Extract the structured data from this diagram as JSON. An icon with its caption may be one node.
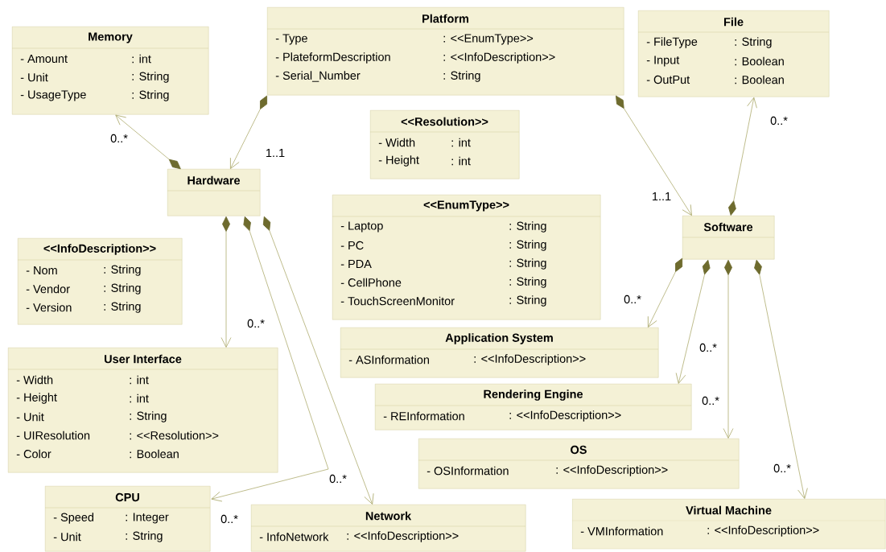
{
  "diagram": {
    "nodes": [
      {
        "text": [
          "Memory",
          "- Amount",
          ": int",
          "- Unit",
          ": String",
          "- UsageType",
          ": String"
        ]
      },
      {
        "text": [
          "Platform",
          "- Type",
          ": <<EnumType>>",
          "- PlateformDescription",
          ": <<InfoDescription>>",
          "- Serial_Number",
          ": String"
        ]
      },
      {
        "text": [
          "File",
          "- FileType",
          ": String",
          "- Input",
          ": Boolean",
          "- OutPut",
          ": Boolean"
        ]
      },
      {
        "text": [
          "Hardware"
        ]
      },
      {
        "text": [
          "<<Resolution>>",
          "- Width",
          ": int",
          "- Height",
          ": int"
        ]
      },
      {
        "text": [
          "Software"
        ]
      },
      {
        "text": [
          "<<InfoDescription>>",
          "- Nom",
          ": String",
          "- Vendor",
          ": String",
          "- Version",
          ": String"
        ]
      },
      {
        "text": [
          "<<EnumType>>",
          "- Laptop",
          ": String",
          "- PC",
          ": String",
          "- PDA",
          ": String",
          "- CellPhone",
          ": String",
          "- TouchScreenMonitor",
          ": String"
        ]
      },
      {
        "text": [
          "Application System",
          "- ASInformation",
          ": <<InfoDescription>>"
        ]
      },
      {
        "text": [
          "User Interface",
          "- Width",
          ": int",
          "- Height",
          ": int",
          "- Unit",
          ": String",
          "- UIResolution",
          ": <<Resolution>>",
          "- Color",
          ": Boolean"
        ]
      },
      {
        "text": [
          "Rendering Engine",
          "- REInformation",
          ": <<InfoDescription>>"
        ]
      },
      {
        "text": [
          "OS",
          "- OSInformation",
          ": <<InfoDescription>>"
        ]
      },
      {
        "text": [
          "CPU",
          "- Speed",
          ": Integer",
          "- Unit",
          ": String"
        ]
      },
      {
        "text": [
          "Network",
          "- InfoNetwork",
          ": <<InfoDescription>>"
        ]
      },
      {
        "text": [
          "Virtual Machine",
          "- VMInformation",
          ": <<InfoDescription>>"
        ]
      }
    ],
    "edges": [
      {
        "from": 3,
        "to": 0,
        "arrow": "to",
        "label": "0..*"
      },
      {
        "from": 1,
        "to": 3,
        "arrow": "to",
        "label": "1..1"
      },
      {
        "from": 1,
        "to": 5,
        "arrow": "to",
        "label": "1..1"
      },
      {
        "from": 5,
        "to": 2,
        "arrow": "to",
        "label": "0..*"
      },
      {
        "from": 3,
        "to": 9,
        "arrow": "to",
        "label": "0..*"
      },
      {
        "from": 3,
        "to": 12,
        "arrow": "to",
        "label": "0..*"
      },
      {
        "from": 3,
        "to": 13,
        "arrow": "to",
        "label": "0..*"
      },
      {
        "from": 5,
        "to": 8,
        "arrow": "to",
        "label": "0..*"
      },
      {
        "from": 5,
        "to": 10,
        "arrow": "to",
        "label": "0..*"
      },
      {
        "from": 5,
        "to": 11,
        "arrow": "to",
        "label": "0..*"
      },
      {
        "from": 5,
        "to": 14,
        "arrow": "to",
        "label": "0..*"
      }
    ]
  }
}
